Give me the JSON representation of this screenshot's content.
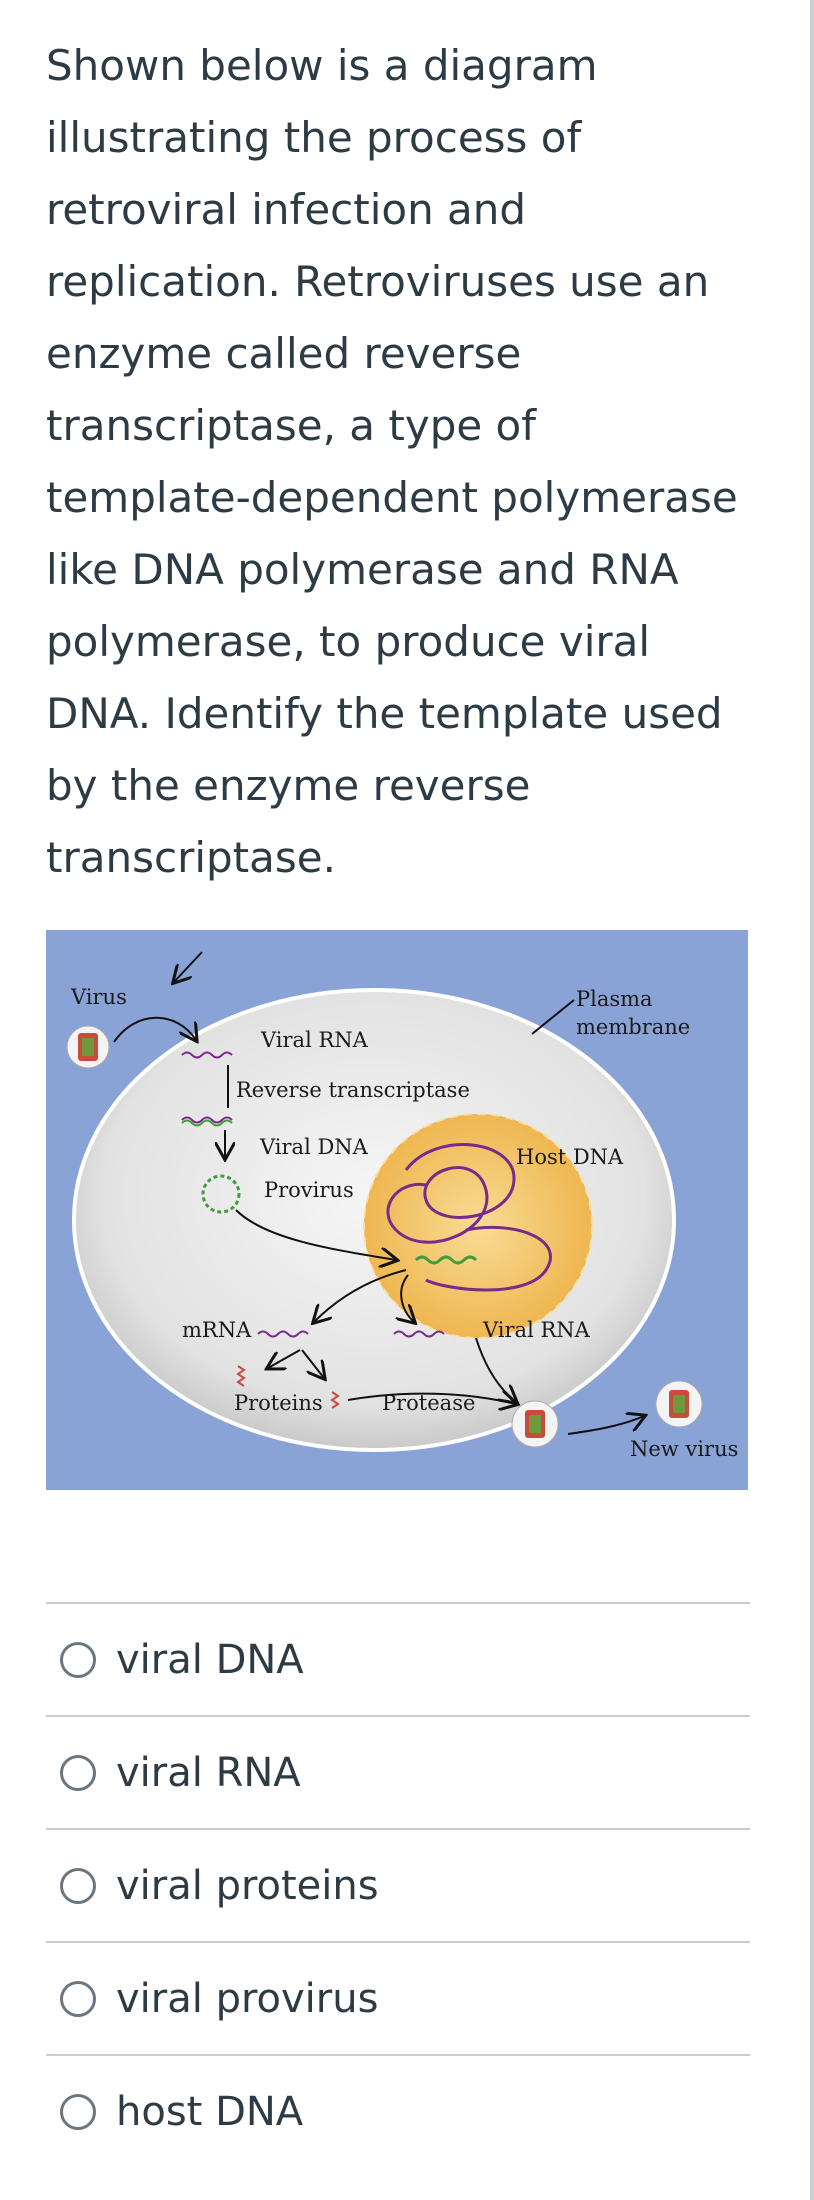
{
  "question": {
    "text": "Shown below is a diagram illustrating the process of retroviral infection and replication. Retroviruses use an enzyme called reverse transcriptase, a type of template-dependent polymerase like DNA polymerase and RNA polymerase, to produce viral DNA. Identify the template used by the enzyme reverse transcriptase."
  },
  "diagram": {
    "labels": {
      "virus": "Virus",
      "viral_rna_top": "Viral RNA",
      "reverse_transcriptase": "Reverse transcriptase",
      "viral_dna": "Viral DNA",
      "provirus": "Provirus",
      "plasma_membrane_1": "Plasma",
      "plasma_membrane_2": "membrane",
      "host_dna": "Host DNA",
      "mrna": "mRNA",
      "viral_rna_bottom": "Viral RNA",
      "proteins": "Proteins",
      "protease": "Protease",
      "new_virus": "New virus"
    },
    "colors": {
      "background": "#8aa3d6",
      "cell": "#e4e4e4",
      "nucleus": "#f1c05a",
      "virus_capsule": "#c94b3b",
      "virus_core": "#5b8e3a"
    }
  },
  "options": [
    {
      "label": "viral DNA"
    },
    {
      "label": "viral RNA"
    },
    {
      "label": "viral proteins"
    },
    {
      "label": "viral provirus"
    },
    {
      "label": "host DNA"
    }
  ]
}
